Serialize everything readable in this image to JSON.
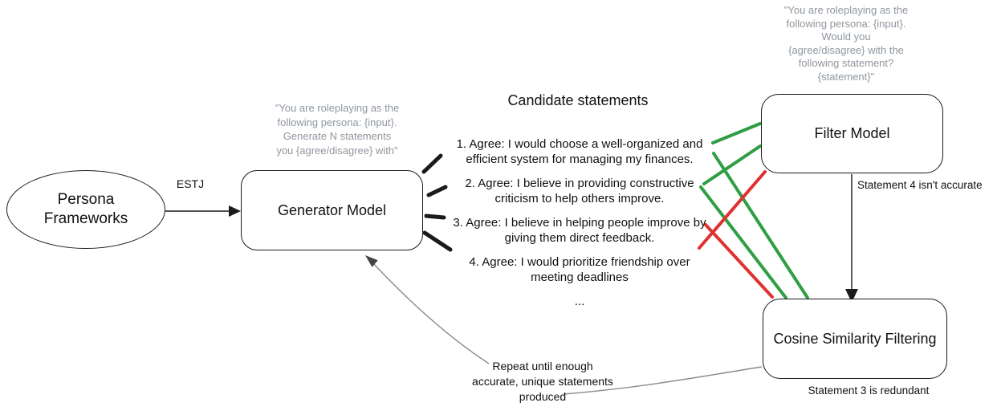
{
  "diagram": {
    "persona_node": {
      "label": "Persona\nFrameworks"
    },
    "estj_label": "ESTJ",
    "generator": {
      "label": "Generator Model",
      "prompt": "\"You are roleplaying as the\nfollowing persona: {input}.\nGenerate N statements\nyou {agree/disagree} with\""
    },
    "filter": {
      "label": "Filter Model",
      "prompt": "\"You are roleplaying as the\nfollowing persona: {input}.\nWould you\n{agree/disagree} with the\nfollowing statement?\n{statement}\"",
      "note": "Statement 4 isn't accurate"
    },
    "cosine": {
      "label": "Cosine Similarity Filtering",
      "note": "Statement 3 is redundant"
    },
    "candidates": {
      "title": "Candidate statements",
      "items": [
        "1. Agree: I would choose a well-organized and\nefficient system for managing my finances.",
        "2. Agree: I believe in providing constructive\ncriticism to help others improve.",
        "3. Agree: I believe in helping people improve by\ngiving them direct feedback.",
        "4. Agree: I would prioritize friendship over\nmeeting deadlines"
      ],
      "ellipsis": "..."
    },
    "repeat_note": "Repeat until enough\naccurate, unique statements\nproduced"
  },
  "colors": {
    "accept_green": "#2f9e44",
    "reject_red": "#e03131",
    "prompt_gray": "#8f969e",
    "arrow_gray": "#8a8a8a",
    "line_black": "#1a1a1a"
  }
}
